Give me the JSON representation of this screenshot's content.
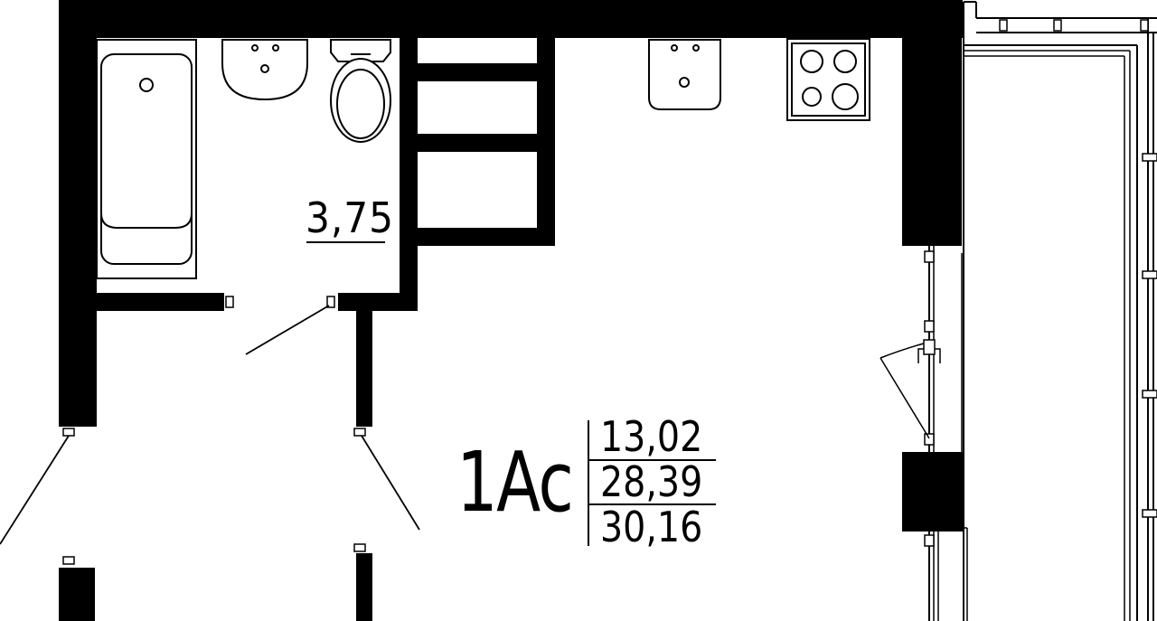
{
  "plan": {
    "bathroom_area": "3,75",
    "apartment_type": "1Ac",
    "areas": {
      "living": "13,02",
      "total": "28,39",
      "total_with_balcony": "30,16"
    }
  },
  "colors": {
    "wall": "#000000",
    "background": "#ffffff",
    "line": "#000000"
  }
}
